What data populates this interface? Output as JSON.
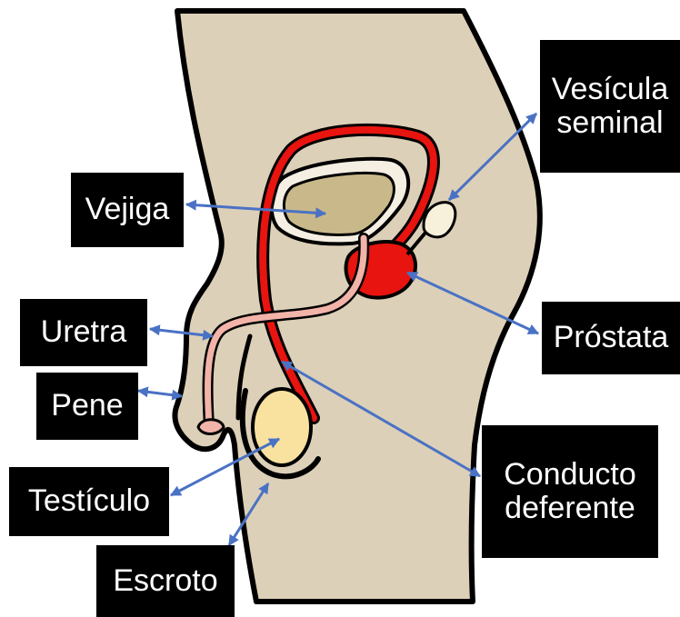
{
  "diagram": {
    "colors": {
      "body": "#ddd0b8",
      "outline": "#000000",
      "vas_deferens": "#e8140f",
      "bladder": "#c9b98a",
      "urethra": "#f2b3a8",
      "testicle": "#f9e2a0",
      "seminal_vesicle": "#f7f1dc",
      "arrow": "#4a72c4",
      "label_bg": "#000000",
      "label_text": "#ffffff"
    },
    "labels": {
      "vesicula_line1": "Vesícula",
      "vesicula_line2": "seminal",
      "vejiga": "Vejiga",
      "uretra": "Uretra",
      "prostata": "Próstata",
      "pene": "Pene",
      "conducto_line1": "Conducto",
      "conducto_line2": "deferente",
      "testiculo": "Testículo",
      "escroto": "Escroto"
    }
  }
}
